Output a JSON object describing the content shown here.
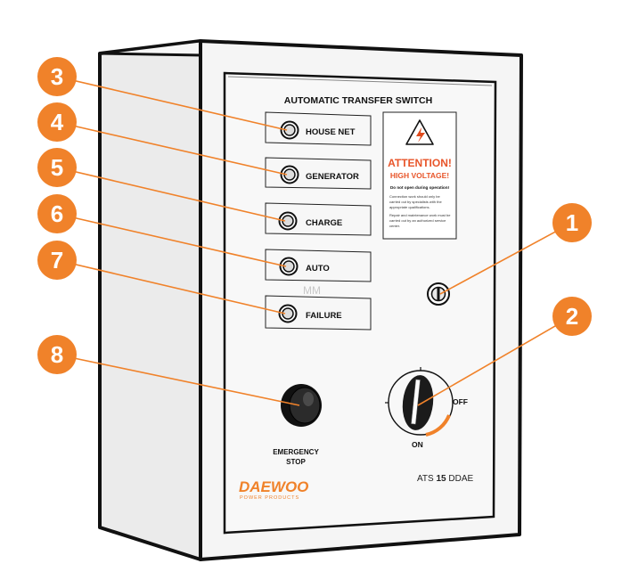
{
  "panel": {
    "title": "AUTOMATIC TRANSFER SWITCH",
    "indicators": [
      {
        "label": "HOUSE NET"
      },
      {
        "label": "GENERATOR"
      },
      {
        "label": "CHARGE"
      },
      {
        "label": "AUTO"
      },
      {
        "label": "FAILURE"
      }
    ],
    "watermark": "MM"
  },
  "warning": {
    "heading": "ATTENTION!",
    "subheading": "HIGH VOLTAGE!",
    "line1": "Do not open during operation!",
    "para1": [
      "Connection work should only be",
      "carried out by specialists with the",
      "appropriate qualifications."
    ],
    "para2": [
      "Repair and maintenance work must be",
      "carried out by an authorized service",
      "center."
    ]
  },
  "switch": {
    "off_label": "OFF",
    "on_label": "ON"
  },
  "emergency": {
    "line1": "EMERGENCY",
    "line2": "STOP"
  },
  "brand": {
    "name": "DAEWOO",
    "tagline": "POWER PRODUCTS"
  },
  "model": {
    "prefix": "ATS ",
    "number": "15",
    "suffix": " DDAE"
  },
  "callouts": [
    "1",
    "2",
    "3",
    "4",
    "5",
    "6",
    "7",
    "8"
  ],
  "colors": {
    "accent": "#f0822a",
    "outline": "#111111",
    "box_face": "#f4f4f4",
    "box_side": "#ececec"
  }
}
